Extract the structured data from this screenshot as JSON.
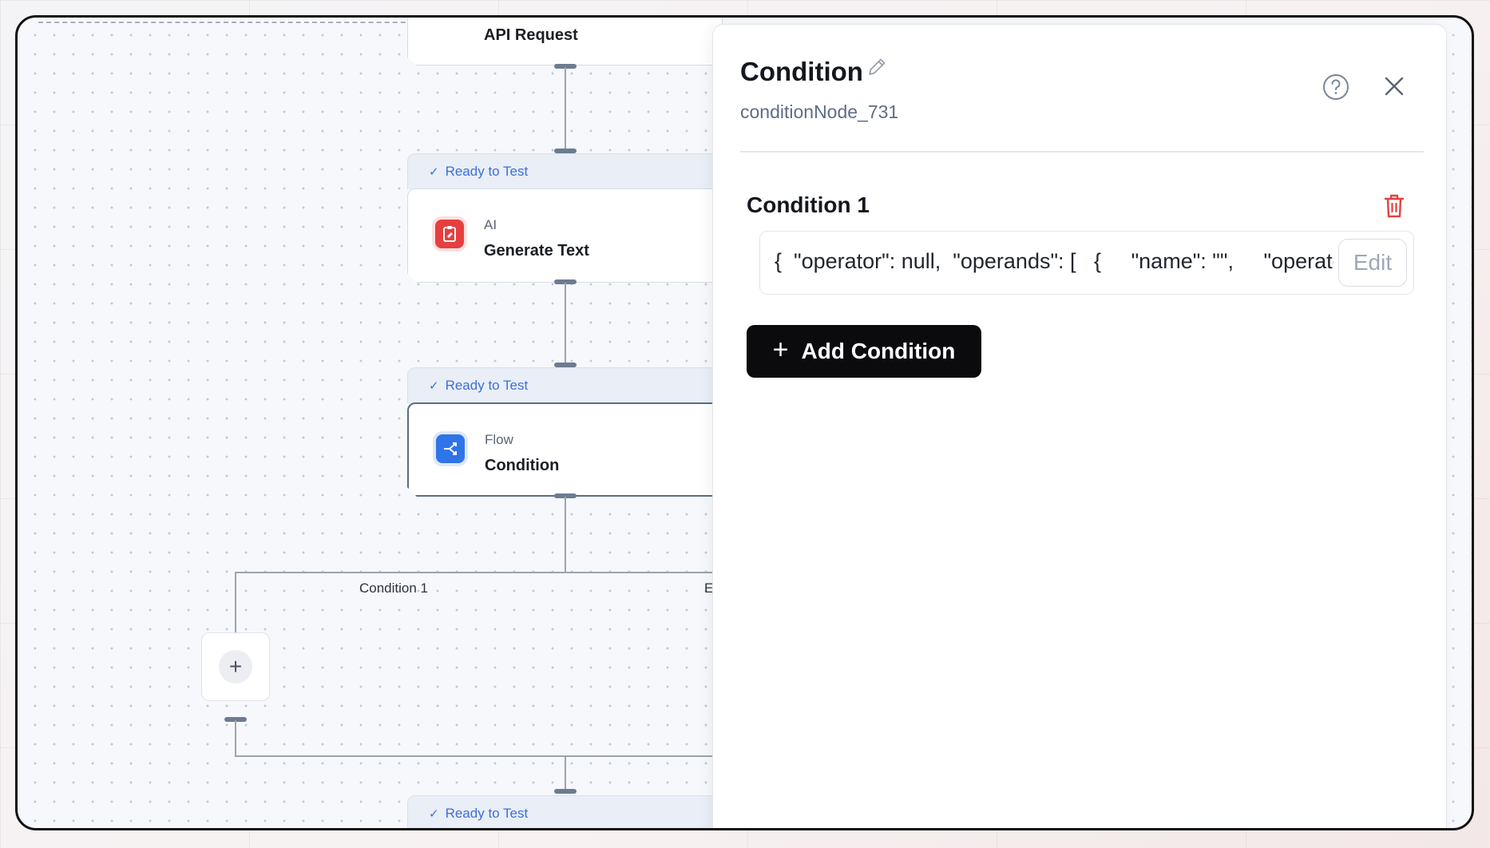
{
  "canvas": {
    "top_node_label": "API Request",
    "nodes": [
      {
        "status": "Ready to Test",
        "category": "AI",
        "title": "Generate Text",
        "icon": "ai-text-icon"
      },
      {
        "status": "Ready to Test",
        "category": "Flow",
        "title": "Condition",
        "icon": "branch-icon"
      },
      {
        "status": "Ready to Test"
      }
    ],
    "branches": {
      "left": "Condition 1",
      "right": "E"
    },
    "add_symbol": "+"
  },
  "panel": {
    "title": "Condition",
    "node_id": "conditionNode_731",
    "condition_label": "Condition 1",
    "expression": "{  \"operator\": null,  \"operands\": [   {     \"name\": \"\",     \"operator\": null }",
    "edit_label": "Edit",
    "add_condition_label": "Add Condition",
    "add_condition_symbol": "+",
    "icons": [
      "pencil-icon",
      "help-icon",
      "close-icon",
      "trash-icon"
    ],
    "colors": {
      "accent": "#3c6fd6",
      "danger": "#e63f3f",
      "primary_button": "#0b0b0d"
    }
  }
}
